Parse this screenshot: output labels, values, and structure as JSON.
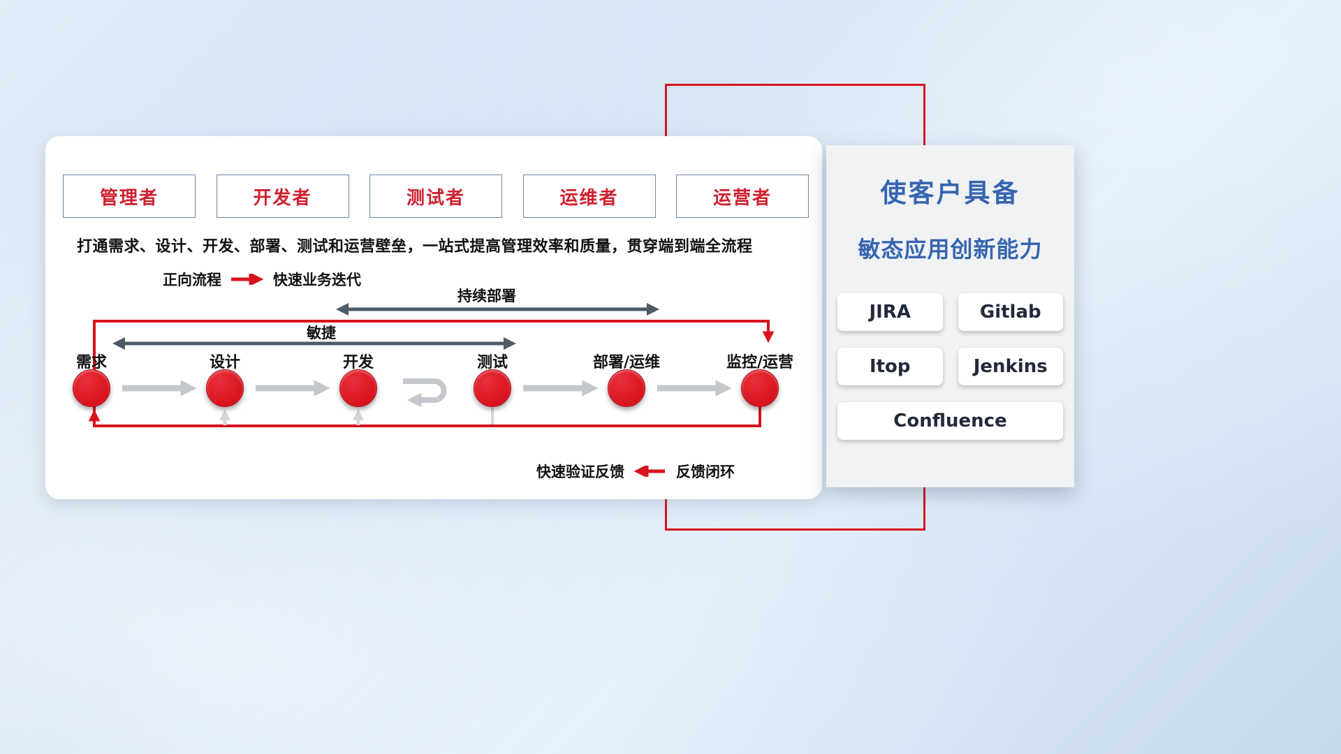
{
  "roles": [
    "管理者",
    "开发者",
    "测试者",
    "运维者",
    "运营者"
  ],
  "main": {
    "subtitle": "打通需求、设计、开发、部署、测试和运营壁垒，一站式提高管理效率和质量，贯穿端到端全流程",
    "legend_forward": {
      "label": "正向流程",
      "desc": "快速业务迭代"
    },
    "legend_feedback": {
      "label": "快速验证反馈",
      "desc": "反馈闭环"
    },
    "arrow_cd": "持续部署",
    "arrow_agile": "敏捷",
    "nodes": [
      "需求",
      "设计",
      "开发",
      "测试",
      "部署/运维",
      "监控/运营"
    ]
  },
  "right_panel": {
    "title_line1": "使客户具备",
    "title_line2": "敏态应用创新能力",
    "tools": [
      "JIRA",
      "Gitlab",
      "Itop",
      "Jenkins",
      "Confluence"
    ]
  },
  "colors": {
    "accent_red": "#d8131f",
    "dark_arrow": "#4d5a68",
    "gray_arrow": "#c4c8cc",
    "title_blue": "#3565b0",
    "role_text_red": "#cf2030",
    "role_border_blue": "#6b84ad"
  }
}
